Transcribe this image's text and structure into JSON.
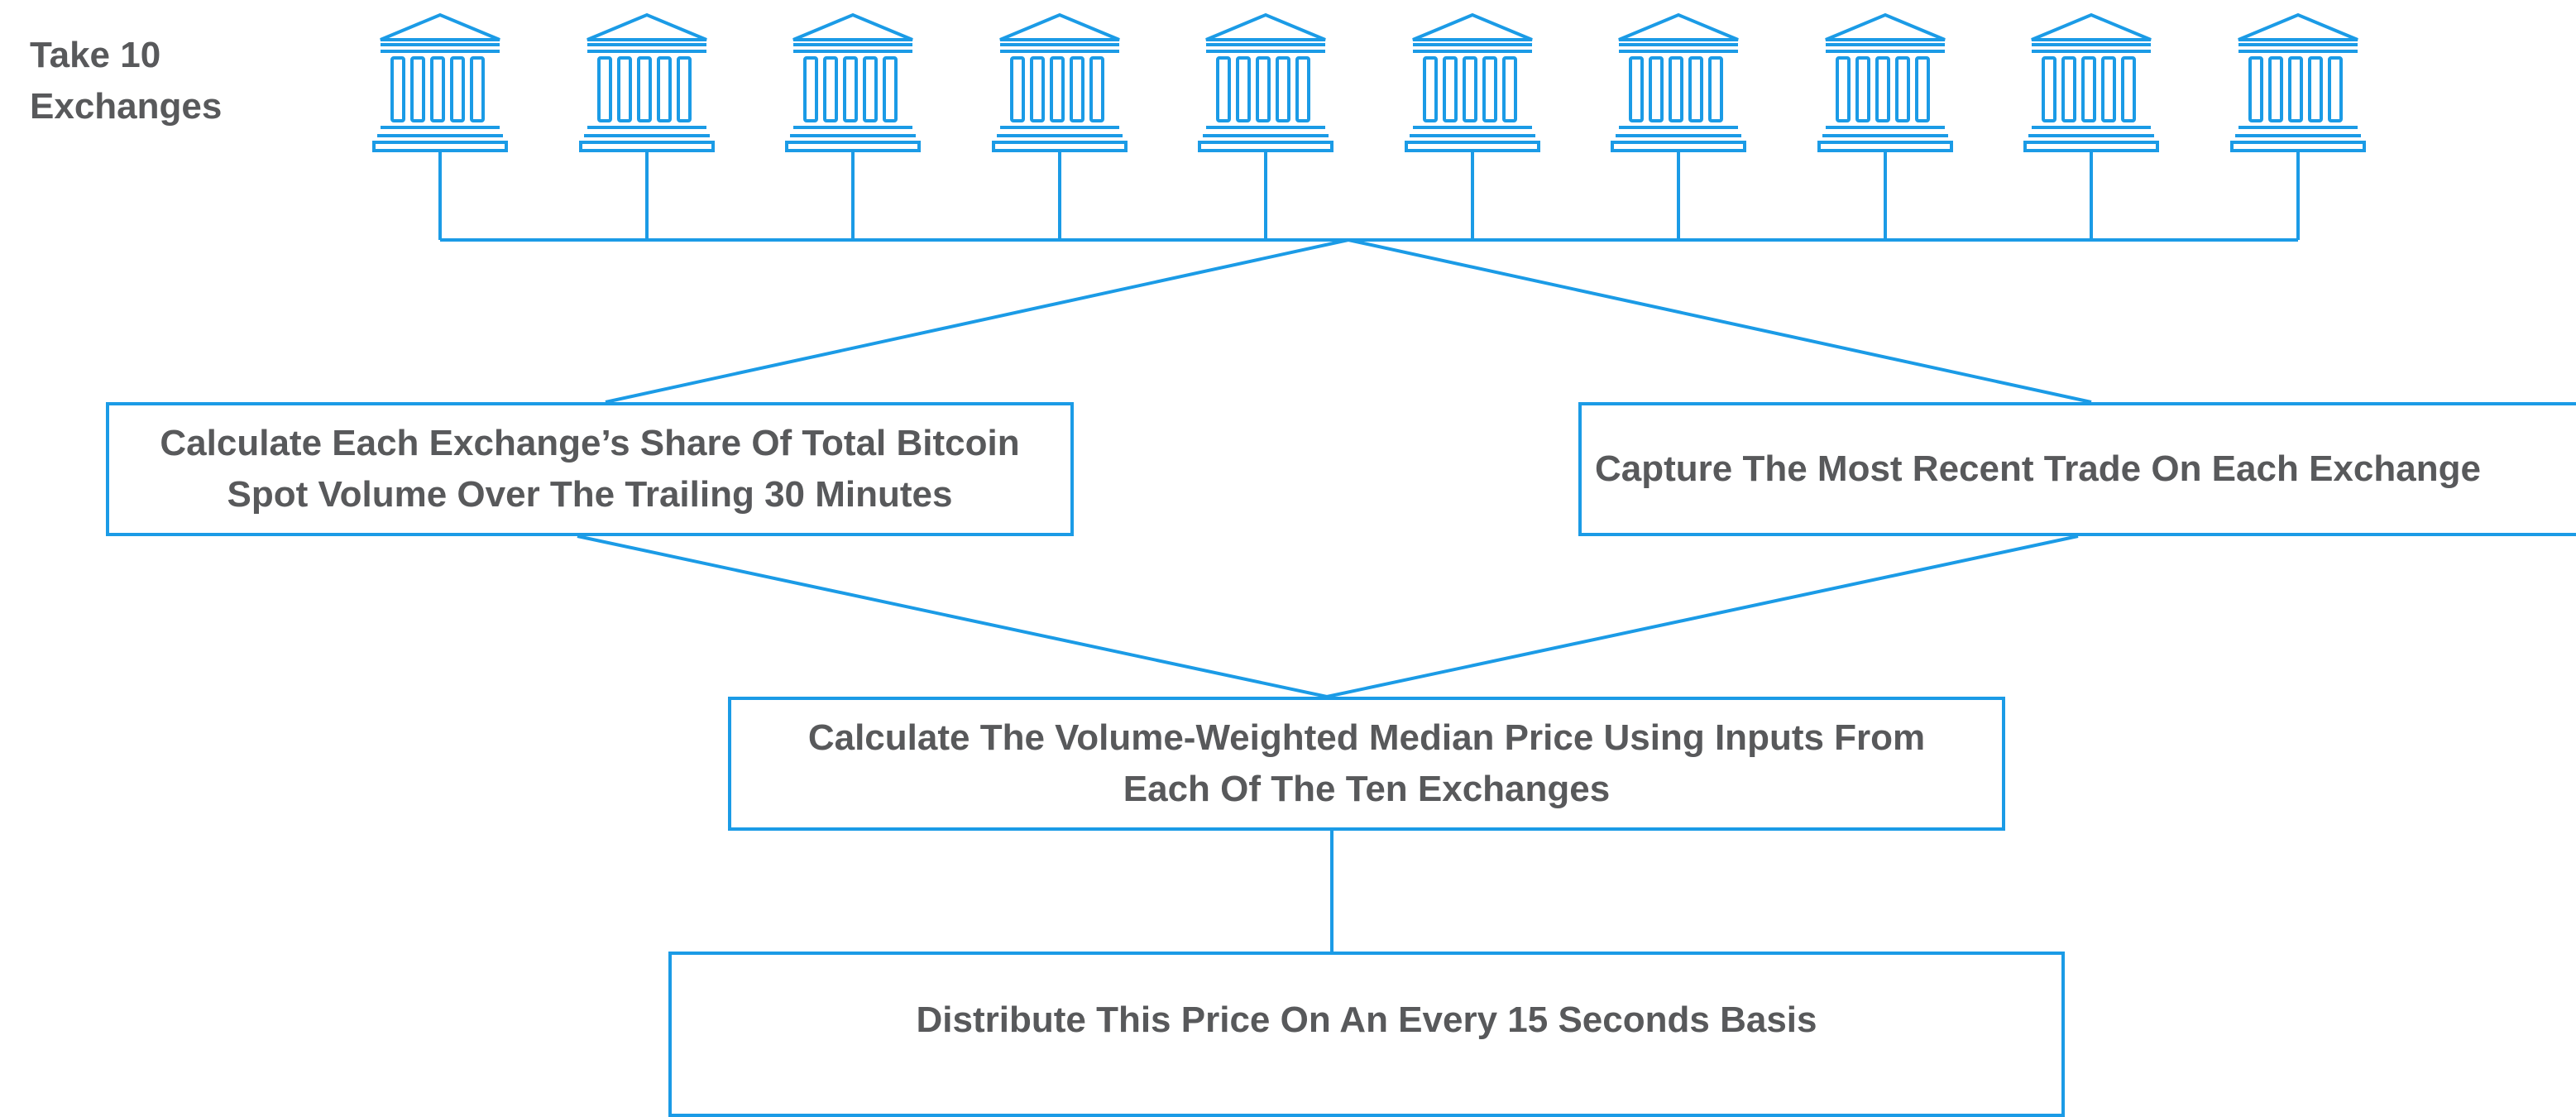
{
  "diagram": {
    "side_label": {
      "line1": "Take 10",
      "line2": "Exchanges"
    },
    "exchange_icon": "bank-building-icon",
    "exchange_count": 10,
    "steps": {
      "share": {
        "line1": "Calculate Each Exchange’s Share Of Total Bitcoin",
        "line2": "Spot Volume Over The Trailing 30 Minutes"
      },
      "capture": {
        "line1": "Capture The Most Recent Trade On Each Exchange"
      },
      "median": {
        "line1": "Calculate The Volume-Weighted Median Price Using Inputs From",
        "line2": "Each Of The Ten Exchanges"
      },
      "distribute": {
        "line1": "Distribute This Price On An Every 15 Seconds Basis"
      }
    },
    "colors": {
      "line": "#1b9be6",
      "text": "#58595b"
    }
  }
}
